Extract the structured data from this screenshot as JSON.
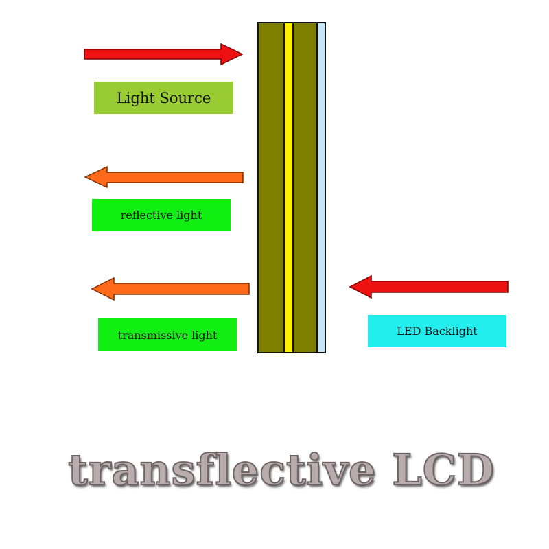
{
  "labels": {
    "light_source": "Light Source",
    "reflective": "reflective light",
    "transmissive": "transmissive light",
    "backlight": "LED Backlight"
  },
  "title": "transflective LCD",
  "colors": {
    "red_arrow": "#ee1111",
    "orange_arrow": "#ff6a1a",
    "olive_layer": "#808000",
    "yellow_layer": "#ffee00",
    "blue_layer": "#c6e6f5",
    "light_source_bg": "#99cc33",
    "green_bg": "#11ee11",
    "cyan_bg": "#22eeee"
  }
}
